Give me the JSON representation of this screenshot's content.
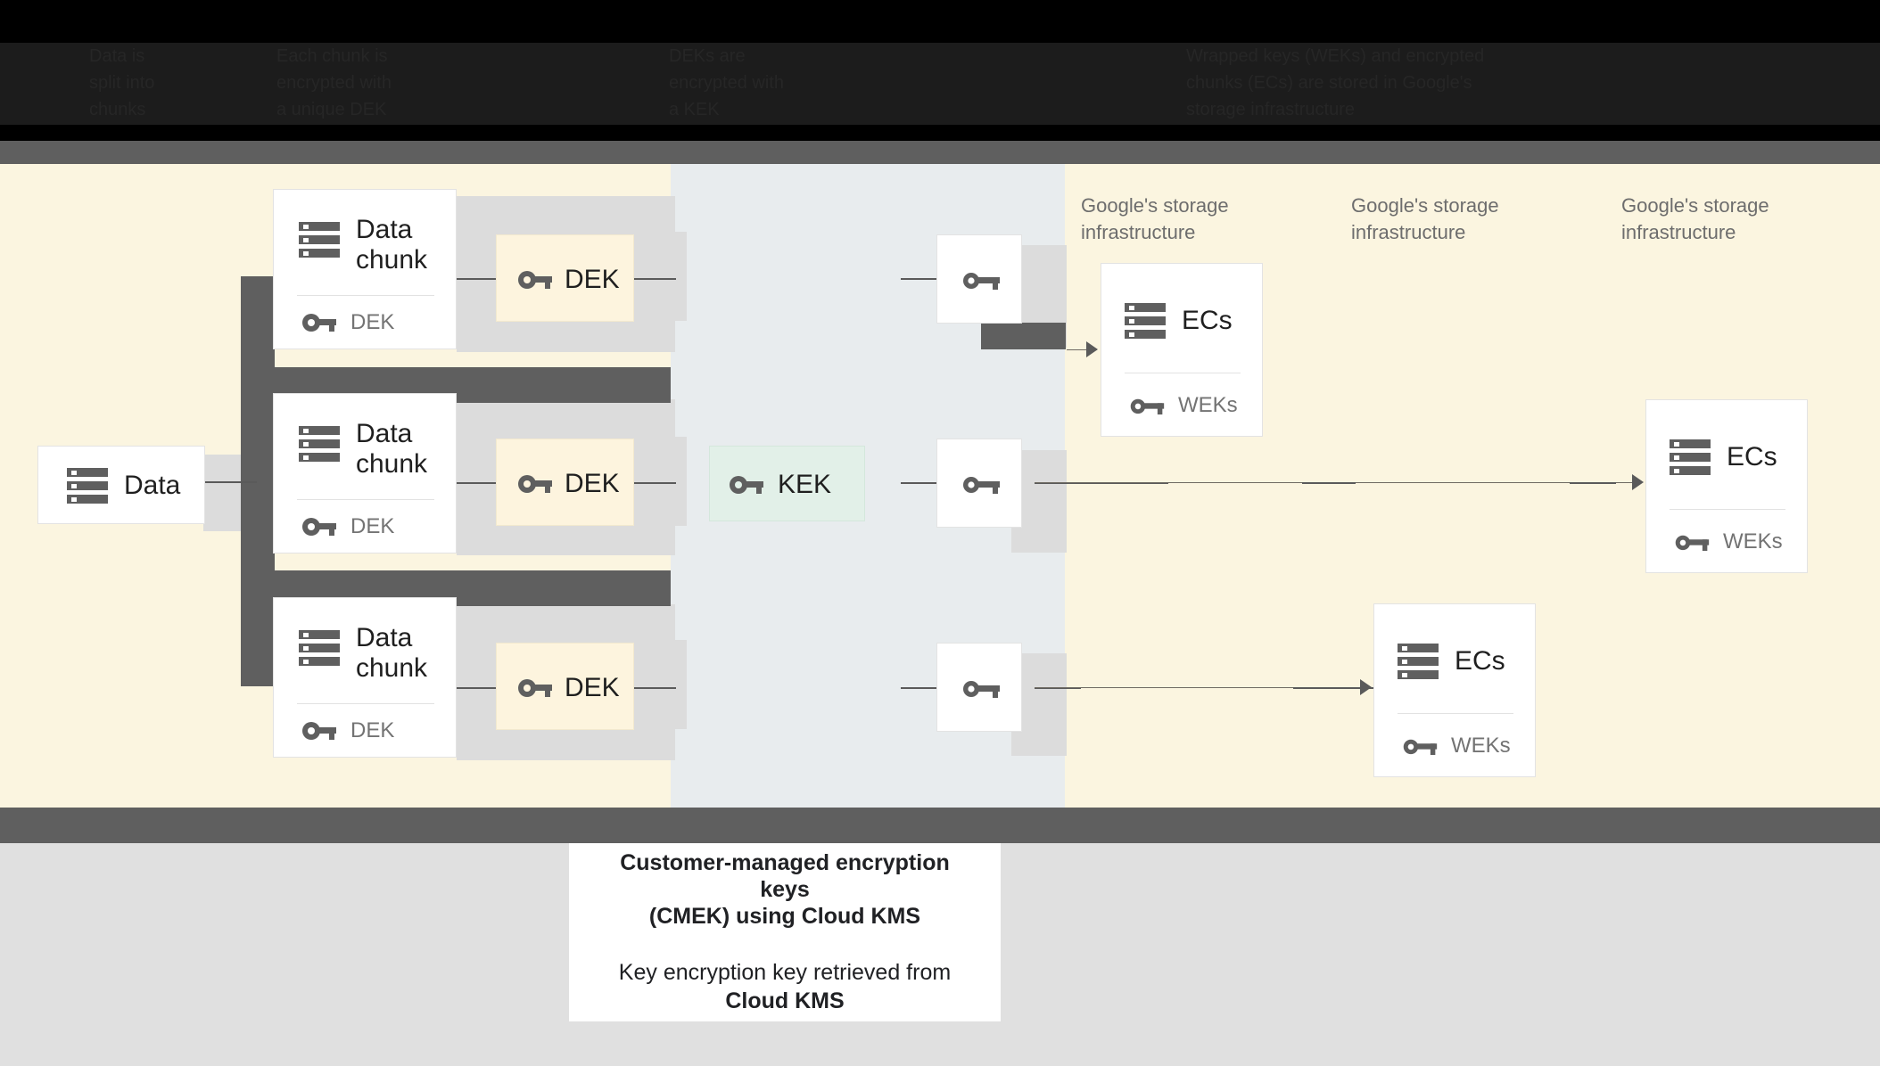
{
  "topbar": {
    "obscured": true,
    "legend_columns": [
      "Data is\nsplit into\nchunks",
      "Each chunk is\nencrypted with\na unique DEK",
      "DEKs are\nencrypted with\na KEK",
      "Wrapped keys (WEKs) and encrypted\nchunks (ECs) are stored in Google's\nstorage infrastructure"
    ]
  },
  "zones": {
    "left_bg": "#fbf5e0",
    "mid_bg": "#e8ecee",
    "right_bg": "#fbf5e0",
    "band_color": "#5f5f5f",
    "footer_bg": "#e0e0e0"
  },
  "diagram": {
    "data_box": {
      "label": "Data",
      "icon": "server-icon"
    },
    "chunks": [
      {
        "title": "Data chunk",
        "key_label": "DEK",
        "icon": "server-icon",
        "key_icon": "key-icon"
      },
      {
        "title": "Data chunk",
        "key_label": "DEK",
        "icon": "server-icon",
        "key_icon": "key-icon"
      },
      {
        "title": "Data chunk",
        "key_label": "DEK",
        "icon": "server-icon",
        "key_icon": "key-icon"
      }
    ],
    "deks": [
      {
        "label": "DEK",
        "icon": "key-icon"
      },
      {
        "label": "DEK",
        "icon": "key-icon"
      },
      {
        "label": "DEK",
        "icon": "key-icon"
      }
    ],
    "kek": {
      "label": "KEK",
      "icon": "key-icon",
      "color": "#e2f0e8"
    },
    "weks": [
      {
        "icon": "wrapped-key-icon"
      },
      {
        "icon": "wrapped-key-icon"
      },
      {
        "icon": "wrapped-key-icon"
      }
    ],
    "storage_headings": [
      "Google's storage\ninfrastructure",
      "Google's storage\ninfrastructure",
      "Google's storage\ninfrastructure"
    ],
    "ec_cards": [
      {
        "title": "ECs",
        "key_label": "WEKs",
        "icon": "server-icon",
        "key_icon": "wrapped-key-icon"
      },
      {
        "title": "ECs",
        "key_label": "WEKs",
        "icon": "server-icon",
        "key_icon": "wrapped-key-icon"
      },
      {
        "title": "ECs",
        "key_label": "WEKs",
        "icon": "server-icon",
        "key_icon": "wrapped-key-icon"
      }
    ]
  },
  "caption": {
    "line1": "Customer-managed encryption keys",
    "line2": "(CMEK) using Cloud KMS",
    "line3": "Key encryption key retrieved from",
    "line4": "Cloud KMS"
  }
}
